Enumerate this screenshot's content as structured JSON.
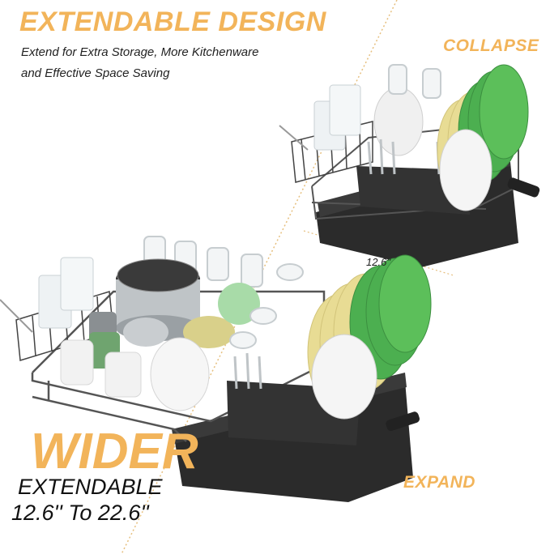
{
  "headline": "EXTENDABLE DESIGN",
  "subtitle_line1": "Extend for Extra Storage, More Kitchenware",
  "subtitle_line2": "and Effective Space Saving",
  "collapse_label": "COLLAPSE",
  "expand_label": "EXPAND",
  "collapsed_width": "12.6''",
  "wider_label": "WIDER",
  "extendable_label": "EXTENDABLE",
  "range_label": "12.6'' To 22.6''",
  "colors": {
    "accent": "#f2b45a",
    "plate_green": "#4caf50",
    "plate_yellow": "#e8dc94",
    "rack_black": "#2a2a2a"
  }
}
